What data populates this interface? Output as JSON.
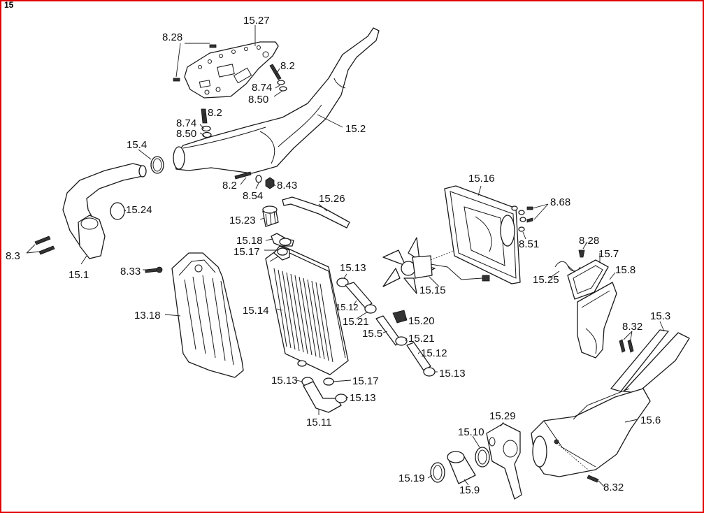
{
  "page_number": "15",
  "colors": {
    "frame": "#e00000",
    "ink": "#1a1a1a"
  },
  "labels": {
    "l_15_27": "15.27",
    "l_8_28_top": "8.28",
    "l_8_2_a": "8.2",
    "l_8_74_a": "8.74",
    "l_8_50_a": "8.50",
    "l_8_2_b": "8.2",
    "l_8_74_b": "8.74",
    "l_8_50_b": "8.50",
    "l_15_2": "15.2",
    "l_15_4": "15.4",
    "l_15_24": "15.24",
    "l_8_3": "8.3",
    "l_15_1": "15.1",
    "l_8_2_c": "8.2",
    "l_8_54": "8.54",
    "l_8_43": "8.43",
    "l_15_26": "15.26",
    "l_15_23": "15.23",
    "l_15_16": "15.16",
    "l_8_68": "8.68",
    "l_8_51": "8.51",
    "l_15_18": "15.18",
    "l_15_17_a": "15.17",
    "l_8_33": "8.33",
    "l_15_13_a": "15.13",
    "l_15_12_a": "15.12",
    "l_15_21_a": "15.21",
    "l_15_14": "15.14",
    "l_13_18": "13.18",
    "l_15_20": "15.20",
    "l_15_5": "15.5",
    "l_15_21_b": "15.21",
    "l_15_12_b": "15.12",
    "l_15_13_b": "15.13",
    "l_15_15": "15.15",
    "l_8_28_right": "8.28",
    "l_15_7": "15.7",
    "l_15_25": "15.25",
    "l_15_8": "15.8",
    "l_8_32_a": "8.32",
    "l_15_3": "15.3",
    "l_15_13_c": "15.13",
    "l_15_17_b": "15.17",
    "l_15_13_d": "15.13",
    "l_15_11": "15.11",
    "l_15_29": "15.29",
    "l_15_10": "15.10",
    "l_15_6": "15.6",
    "l_15_19": "15.19",
    "l_15_9": "15.9",
    "l_8_32_b": "8.32"
  }
}
